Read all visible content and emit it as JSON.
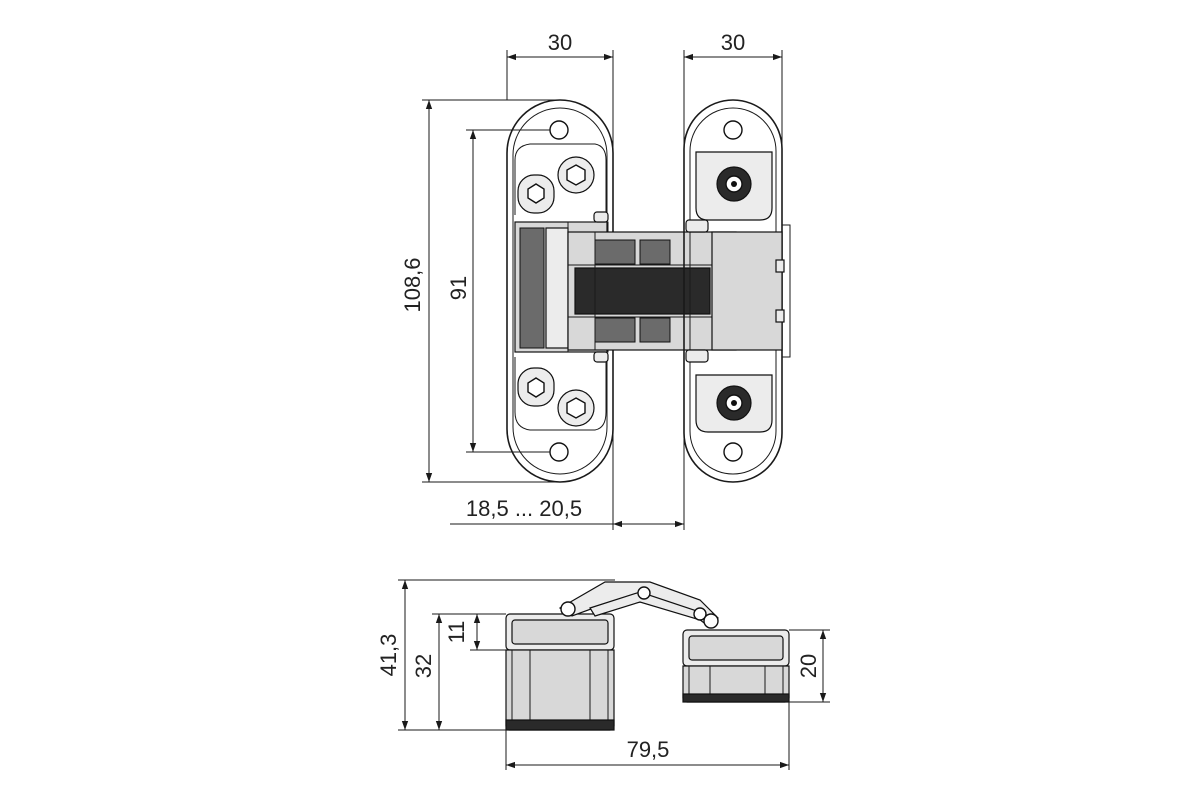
{
  "dimensions": {
    "left_plate_width": "30",
    "right_plate_width": "30",
    "total_length": "108,6",
    "hole_spacing": "91",
    "gap_range": "18,5 ... 20,5",
    "side_total_height": "41,3",
    "side_body_height": "32",
    "side_top_offset": "11",
    "side_right_height": "20",
    "side_total_width": "79,5"
  },
  "colors": {
    "line": "#1a1a1a",
    "body_dark": "#2a2a2a",
    "body_light": "#d8d8d8"
  }
}
